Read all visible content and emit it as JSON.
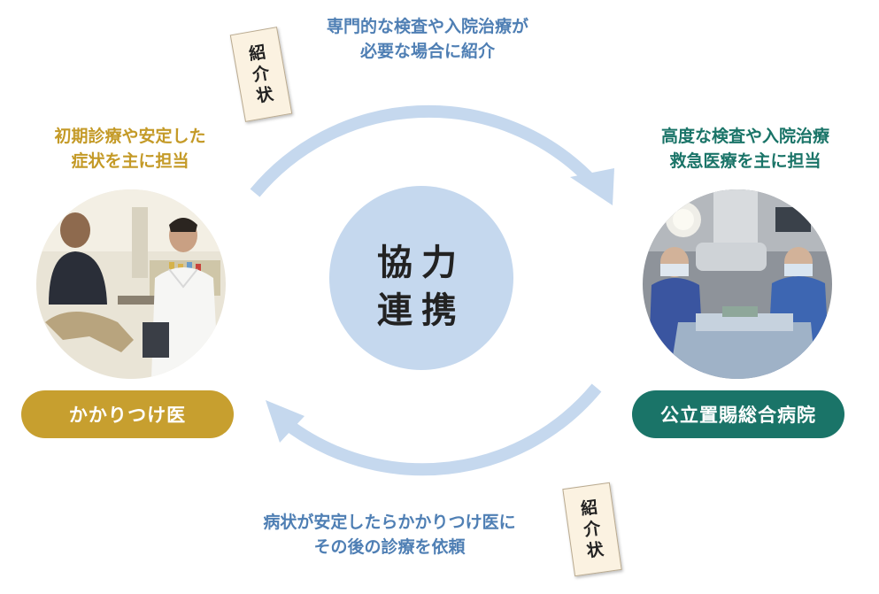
{
  "center": {
    "line1": "協力",
    "line2": "連携"
  },
  "clinic": {
    "caption_line1": "初期診療や安定した",
    "caption_line2": "症状を主に担当",
    "label": "かかりつけ医",
    "label_color": "#c79f2f",
    "text_color": "#c49a27"
  },
  "hospital": {
    "caption_line1": "高度な検査や入院治療",
    "caption_line2": "救急医療を主に担当",
    "label": "公立置賜総合病院",
    "label_color": "#1a7468",
    "text_color": "#1a7468"
  },
  "referral_to_hospital": {
    "line1": "専門的な検査や入院治療が",
    "line2": "必要な場合に紹介"
  },
  "referral_to_clinic": {
    "line1": "病状が安定したらかかりつけ医に",
    "line2": "その後の診療を依頼"
  },
  "referral_tag": {
    "char1": "紹",
    "char2": "介",
    "char3": "状"
  },
  "colors": {
    "arrow": "#c5d8ee",
    "flow_text": "#4f7fb4",
    "center_circle": "#c5d8ee"
  }
}
